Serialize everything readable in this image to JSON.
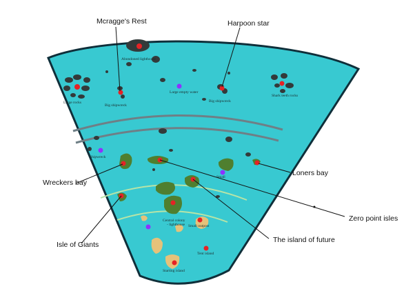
{
  "map": {
    "colors": {
      "water": "#38c9d1",
      "outline": "#0f2f3a",
      "island": "#4f7f2f",
      "island_light": "#6c9e3f",
      "sand": "#e5c27a",
      "rock": "#333a3a",
      "marker_red": "#e52325",
      "marker_purple": "#8e33ff",
      "band_gray": "#6f7f86",
      "band_green": "#b7e4a7"
    },
    "inner_labels": {
      "abandoned_lighthouse": "Abondoned lighthouse",
      "large_rocks": "Large rocks",
      "big_shipwreck_left": "Big shipwreck",
      "large_empty_water": "Large empty water",
      "big_shipwreck_right": "Big shipwreck",
      "shark_teeth_rocks": "Shark teeth rocks",
      "shipwreck": "Shipwreck",
      "small_left": "Small",
      "central_colony": "Central colony",
      "central_lighthouse": "- lighthouse",
      "small_outpost": "Small outpost",
      "tent_island": "Tent island",
      "starting_island": "Starting island"
    },
    "callouts": {
      "mcragges_rest": "Mcragge's Rest",
      "harpoon_star": "Harpoon star",
      "loners_bay": "Loners bay",
      "wreckers_bay": "Wreckers bay",
      "zero_point_isles": "Zero point isles",
      "the_island_of_future": "The island of future",
      "isle_of_giants": "Isle of Giants"
    }
  }
}
